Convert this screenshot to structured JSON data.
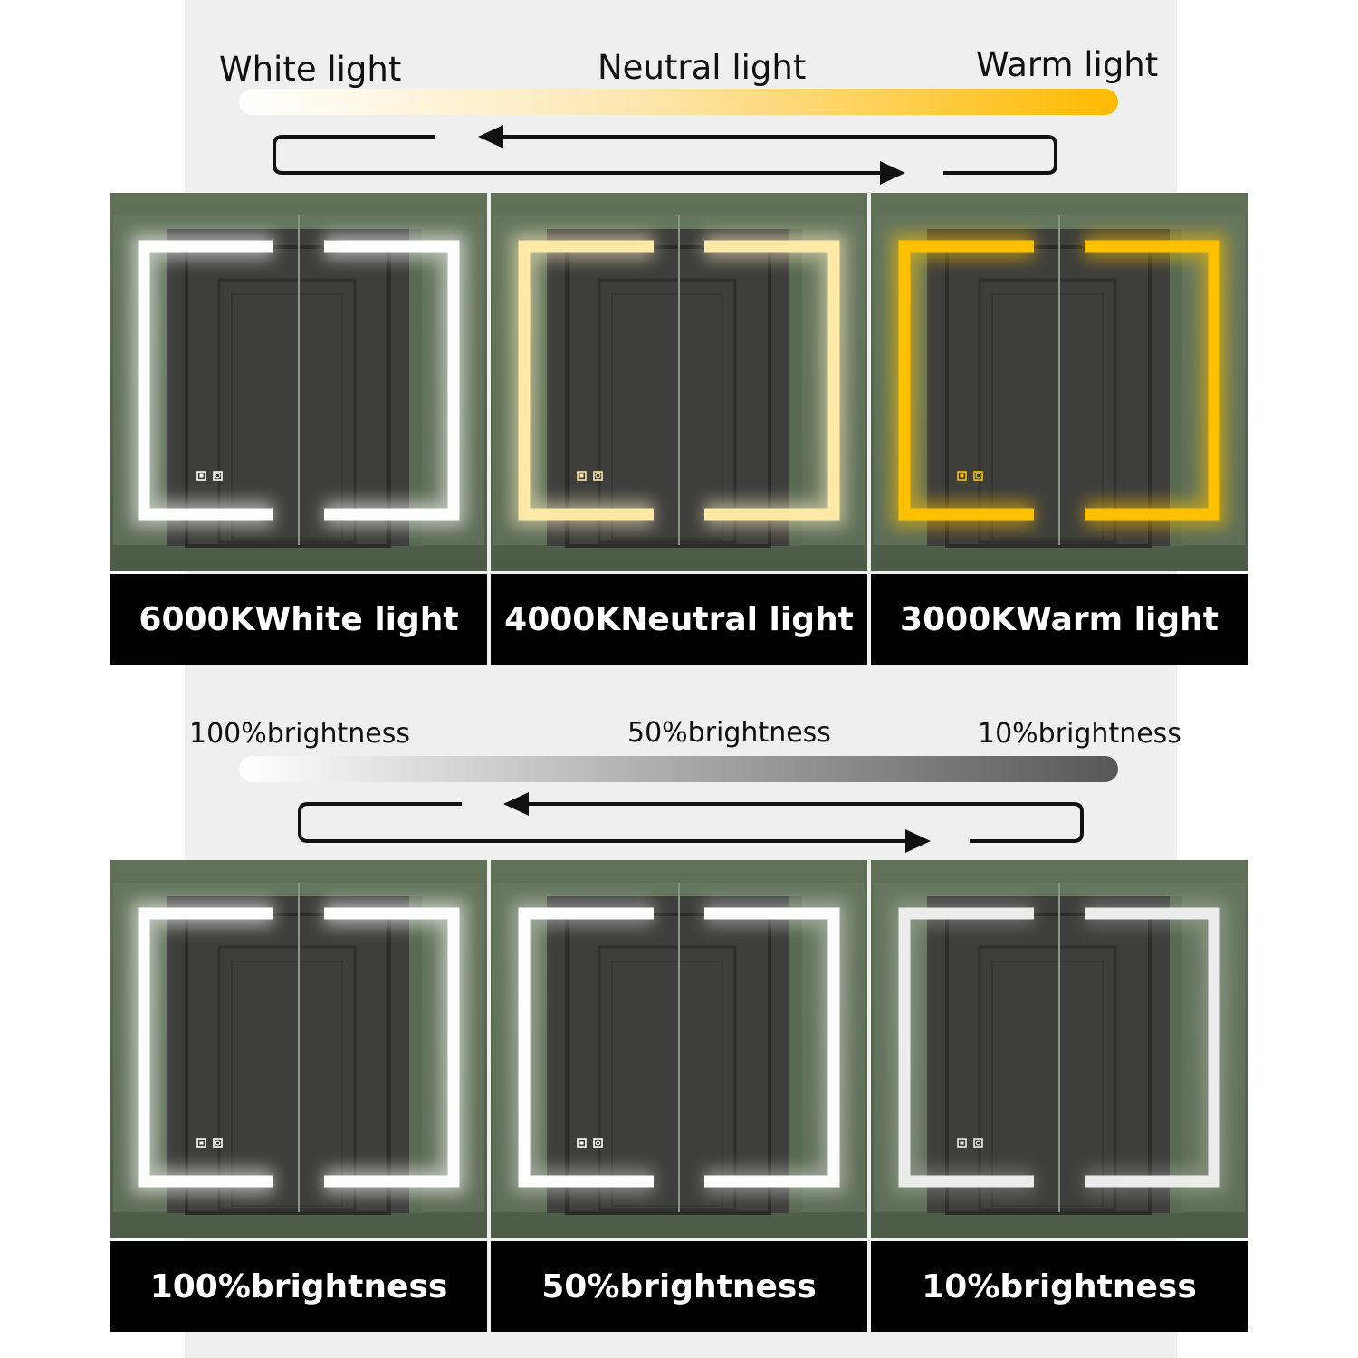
{
  "color_temperature": {
    "labels": [
      "White light",
      "Neutral light",
      "Warm light"
    ],
    "gradient": [
      "#ffffff",
      "#fde7b0",
      "#ffba00"
    ],
    "panels": [
      {
        "caption": "6000KWhite light",
        "led_color": "#ffffff",
        "glow_color": "#ffffff",
        "led_opacity": 1.0
      },
      {
        "caption": "4000KNeutral light",
        "led_color": "#ffe9a6",
        "glow_color": "#fff1c2",
        "led_opacity": 1.0
      },
      {
        "caption": "3000KWarm light",
        "led_color": "#ffc000",
        "glow_color": "#ffc400",
        "led_opacity": 1.0
      }
    ]
  },
  "brightness": {
    "labels": [
      "100%brightness",
      "50%brightness",
      "10%brightness"
    ],
    "gradient": [
      "#ffffff",
      "#a9a9a9",
      "#575757"
    ],
    "panels": [
      {
        "caption": "100%brightness",
        "led_color": "#ffffff",
        "glow_color": "#ffffff",
        "led_opacity": 1.0
      },
      {
        "caption": "50%brightness",
        "led_color": "#ffffff",
        "glow_color": "#ffffff",
        "led_opacity": 0.5
      },
      {
        "caption": "10%brightness",
        "led_color": "#ececec",
        "glow_color": "#ffffff",
        "led_opacity": 0.1
      }
    ]
  },
  "colors": {
    "wall": "#5a6b53",
    "door": "#3e3e3c",
    "mirror_frame": "#6b7c64",
    "caption_bg": "#000000",
    "caption_text": "#ffffff"
  }
}
